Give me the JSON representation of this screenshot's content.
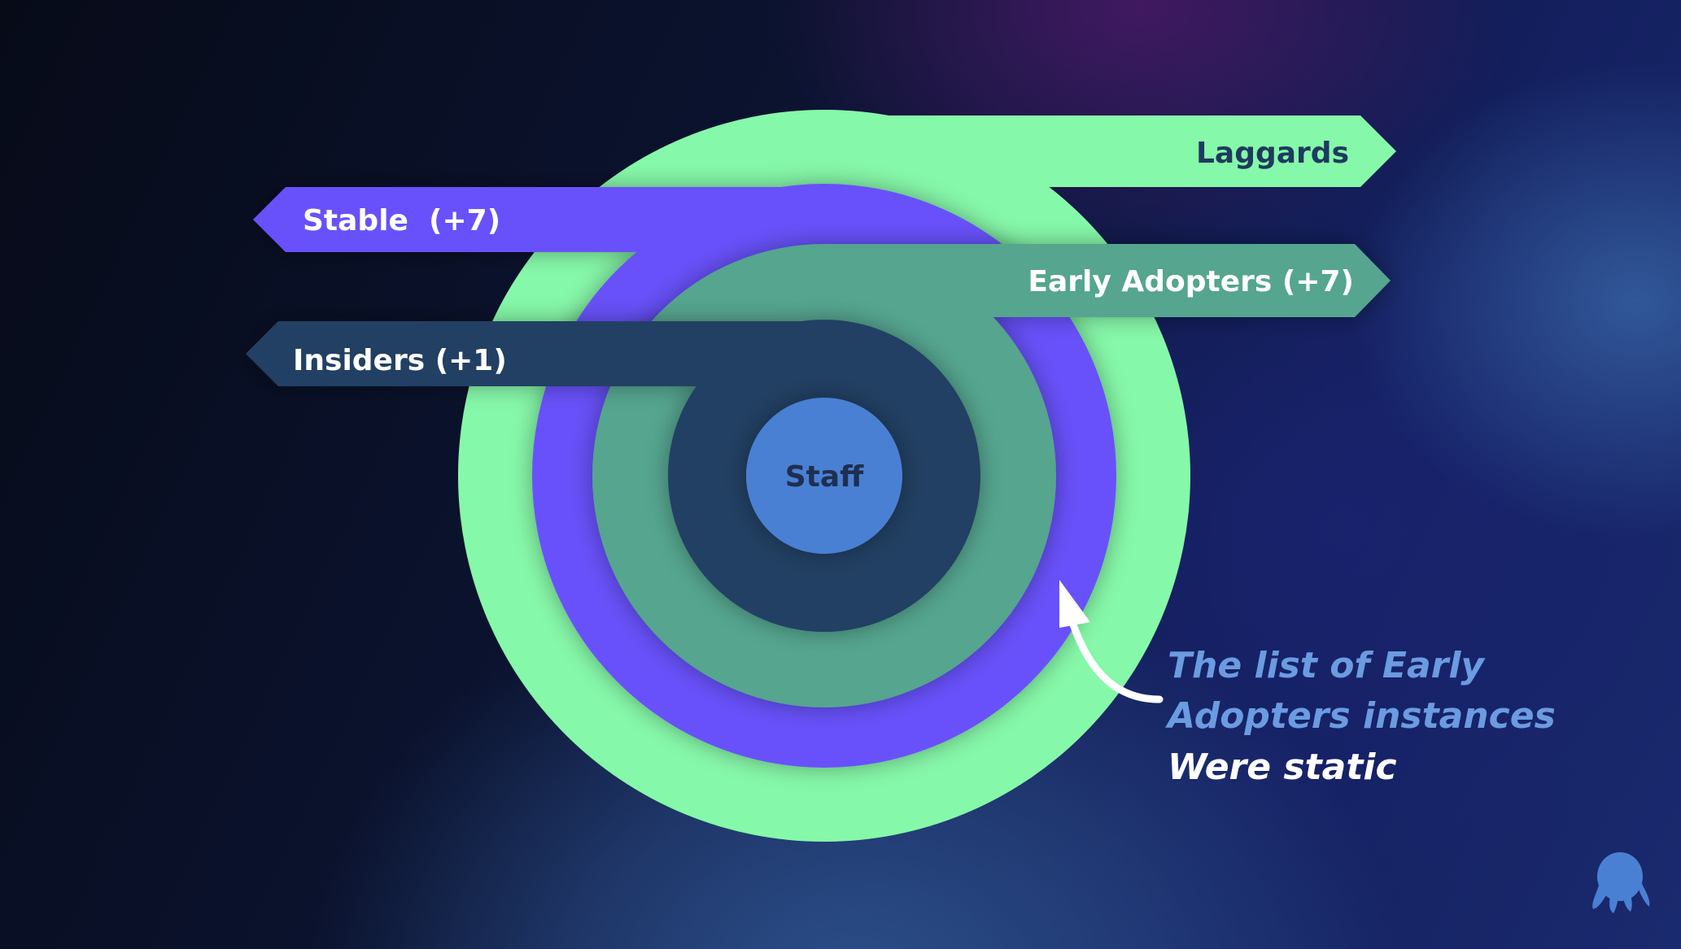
{
  "rings": {
    "laggards": {
      "label": "Laggards",
      "color": "#86f8a9",
      "text_color": "#1e3a5f"
    },
    "stable": {
      "label": "Stable  (+7)",
      "color": "#6851fa",
      "text_color": "#ffffff"
    },
    "early_adopters": {
      "label": "Early Adopters (+7)",
      "color": "#55a58f",
      "text_color": "#ffffff"
    },
    "insiders": {
      "label": "Insiders (+1)",
      "color": "#244163",
      "text_color": "#ffffff"
    },
    "staff": {
      "label": "Staff",
      "color": "#4a80d4",
      "text_color": "#1e2f4f"
    }
  },
  "annotation": {
    "line1": "The list of Early",
    "line2": "Adopters instances",
    "line3": "Were static",
    "highlight_color": "#6b9be0",
    "plain_color": "#ffffff"
  },
  "logo": {
    "icon": "octopus-icon",
    "color": "#4a80d4"
  }
}
